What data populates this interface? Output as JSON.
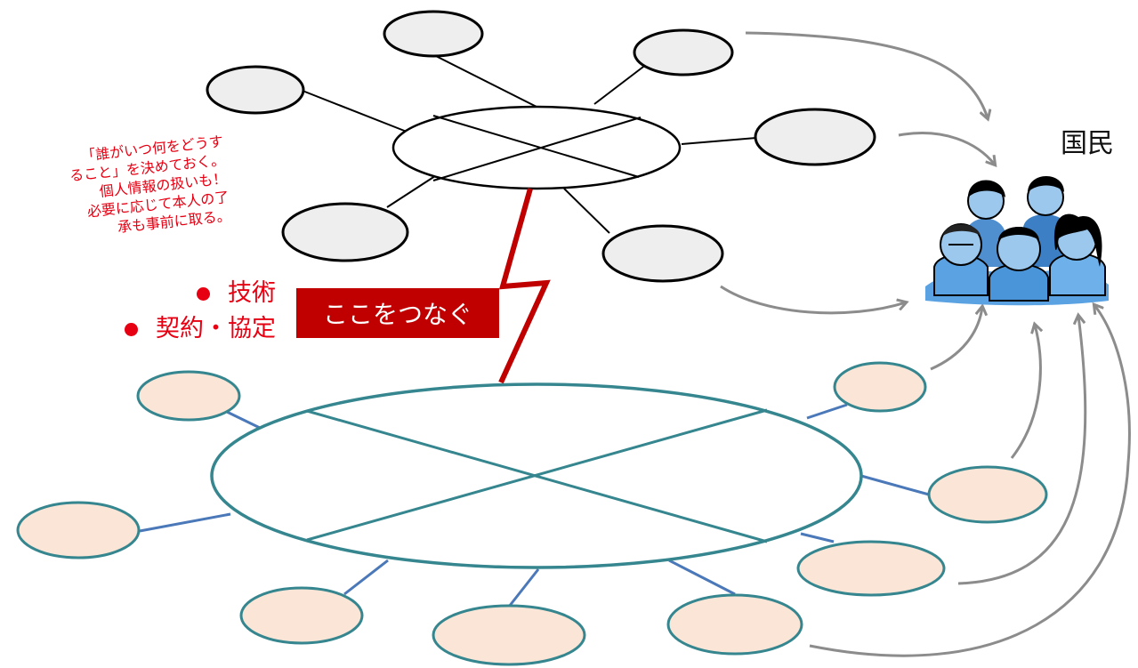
{
  "note_lines": [
    "「誰がいつ何をどうす",
    "ること」を決めておく。",
    "個人情報の扱いも！",
    "必要に応じて本人の了",
    "承も事前に取る。"
  ],
  "bullets": [
    "技術",
    "契約・協定"
  ],
  "connect_label": "ここをつなぐ",
  "people_label": "国民",
  "colors": {
    "red": "#e60012",
    "dark_red": "#c00000",
    "teal": "#35868f",
    "blue_line": "#4a78b8",
    "peach": "#fbe5d6",
    "gray_node": "#eeeeee",
    "arrow": "#8c8c8c",
    "people_blue": "#9cc8ee"
  },
  "icons": {
    "people": "people-group-icon"
  }
}
